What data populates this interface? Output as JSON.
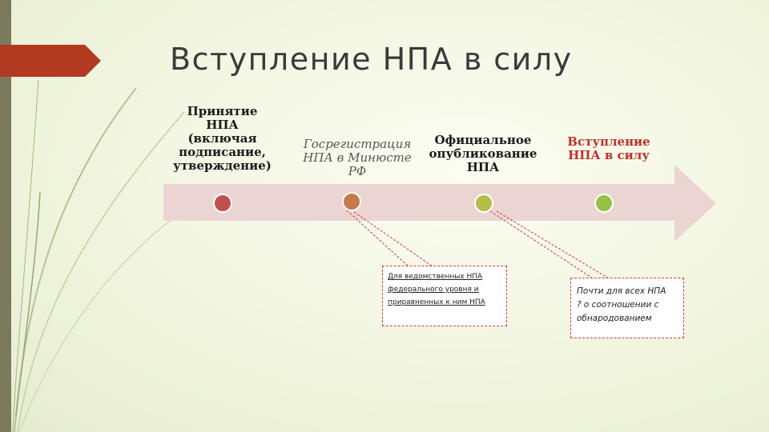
{
  "title": "Вступление НПА в силу",
  "stages": [
    {
      "label_lines": [
        "Принятие",
        "НПА",
        "(включая",
        "подписание,",
        "утверждение)"
      ],
      "dot_color": "#c0504d"
    },
    {
      "label_lines": [
        "Госрегистрация",
        "НПА в Минюсте",
        "РФ"
      ],
      "dot_color": "#c77b4a"
    },
    {
      "label_lines": [
        "Официальное",
        "опубликование",
        "НПА"
      ],
      "dot_color": "#b5bd4a"
    },
    {
      "label_lines": [
        "Вступление",
        "НПА в силу"
      ],
      "dot_color": "#95c245"
    }
  ],
  "notes": [
    {
      "lines": [
        "Для ведомственных НПА",
        "федерального уровня и",
        "приравненных к ним НПА"
      ]
    },
    {
      "lines": [
        "Почти для всех НПА",
        "? о соотношении с",
        "обнародованием"
      ]
    }
  ],
  "colors": {
    "arrow_fill": "#ebd5d3",
    "title_tab": "#b23a21",
    "side_bar": "#7b7a5c",
    "force_text": "#c2302a",
    "note_border": "#d23c3c"
  }
}
